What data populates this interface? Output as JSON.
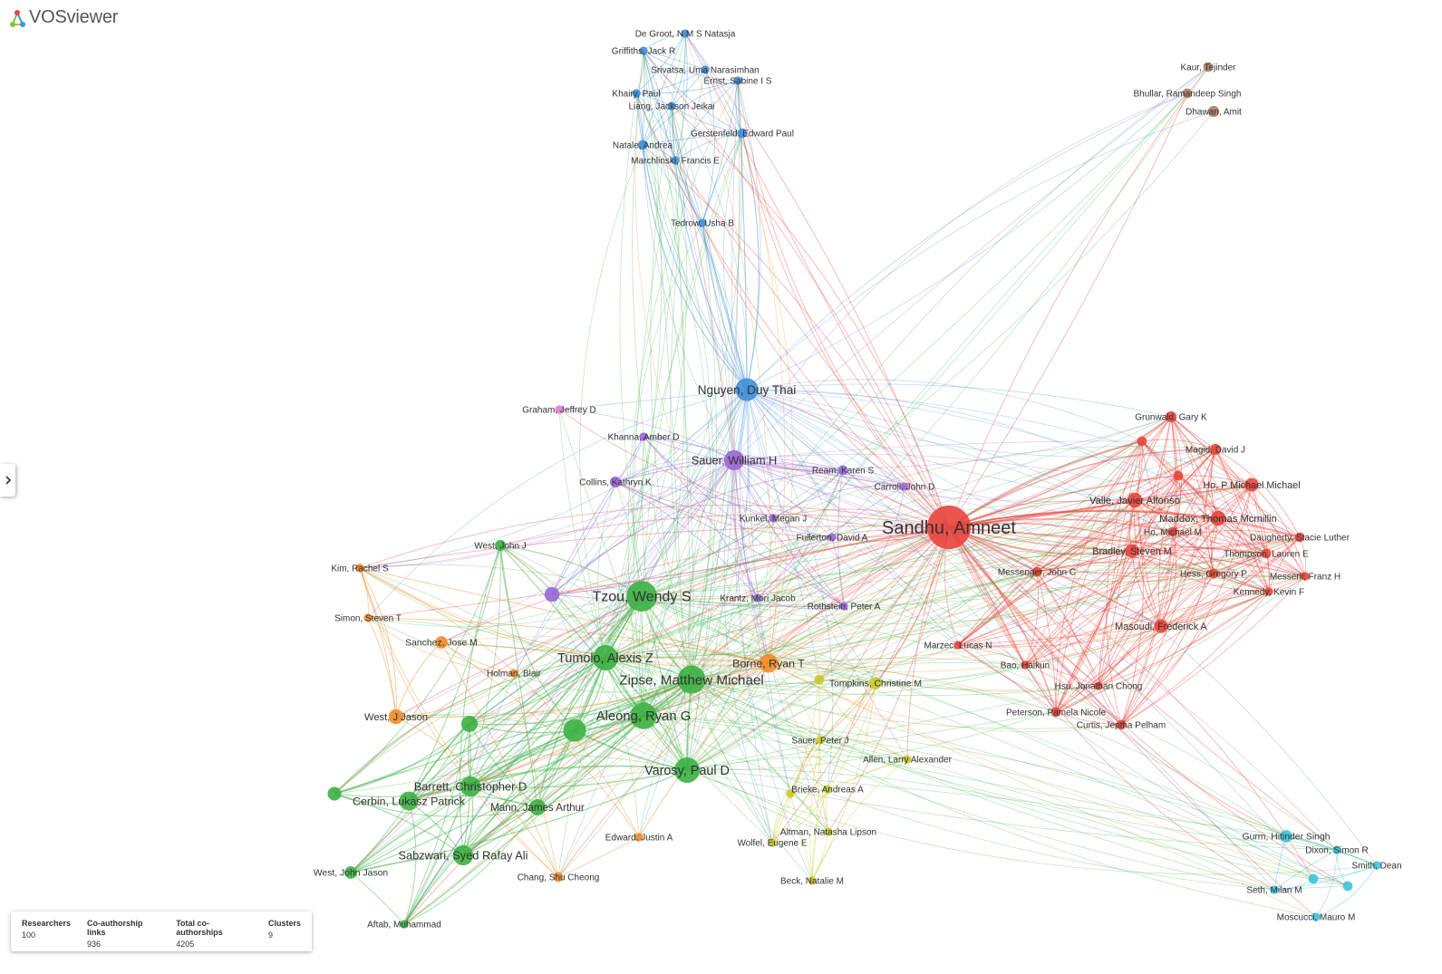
{
  "app": {
    "name": "VOSviewer"
  },
  "stats": [
    {
      "label": "Researchers",
      "value": "100"
    },
    {
      "label": "Co-authorship links",
      "value": "936"
    },
    {
      "label": "Total co-authorships",
      "value": "4205"
    },
    {
      "label": "Clusters",
      "value": "9"
    }
  ],
  "cluster_colors": {
    "red": "#e8453c",
    "green": "#3cb043",
    "blue": "#3f8fd8",
    "yellow": "#c9c92a",
    "purple": "#9a66d6",
    "orange": "#f08c28",
    "cyan": "#3cc4d8",
    "brown": "#b07860",
    "pink": "#e27ad0"
  },
  "network": {
    "nodes": [
      {
        "id": "sandhu",
        "label": "Sandhu, Amneet",
        "cluster": "red",
        "weight": 30
      },
      {
        "id": "valle",
        "label": "Valle, Javier Alfonso",
        "cluster": "red",
        "weight": 8
      },
      {
        "id": "maddox",
        "label": "Maddox, Thomas Mcmillin",
        "cluster": "red",
        "weight": 8
      },
      {
        "id": "ho_pm",
        "label": "Ho, P Michael Michael",
        "cluster": "red",
        "weight": 7
      },
      {
        "id": "bradley",
        "label": "Bradley, Steven M",
        "cluster": "red",
        "weight": 7
      },
      {
        "id": "masoudi",
        "label": "Masoudi, Frederick A",
        "cluster": "red",
        "weight": 7
      },
      {
        "id": "grunwald",
        "label": "Grunwald, Gary K",
        "cluster": "red",
        "weight": 5
      },
      {
        "id": "magid",
        "label": "Magid, David J",
        "cluster": "red",
        "weight": 5
      },
      {
        "id": "ho_mm",
        "label": "Ho, Michael M",
        "cluster": "red",
        "weight": 4
      },
      {
        "id": "daugherty",
        "label": "Daugherty, Stacie Luther",
        "cluster": "red",
        "weight": 4
      },
      {
        "id": "thompson",
        "label": "Thompson, Lauren E",
        "cluster": "red",
        "weight": 4
      },
      {
        "id": "hess",
        "label": "Hess, Gregory P",
        "cluster": "red",
        "weight": 4
      },
      {
        "id": "messerli",
        "label": "Messerli, Franz H",
        "cluster": "red",
        "weight": 3
      },
      {
        "id": "kennedy",
        "label": "Kennedy, Kevin F",
        "cluster": "red",
        "weight": 3
      },
      {
        "id": "messenger",
        "label": "Messenger, John C",
        "cluster": "red",
        "weight": 4
      },
      {
        "id": "marzec",
        "label": "Marzec, Lucas N",
        "cluster": "red",
        "weight": 3
      },
      {
        "id": "bao",
        "label": "Bao, Haikun",
        "cluster": "red",
        "weight": 3
      },
      {
        "id": "hsu",
        "label": "Hsu, Jonathan Chong",
        "cluster": "red",
        "weight": 3
      },
      {
        "id": "peterson",
        "label": "Peterson, Pamela Nicole",
        "cluster": "red",
        "weight": 4
      },
      {
        "id": "curtis",
        "label": "Curtis, Jeptha Pelham",
        "cluster": "red",
        "weight": 4
      },
      {
        "id": "r_unl1",
        "label": "",
        "cluster": "red",
        "weight": 4
      },
      {
        "id": "r_unl2",
        "label": "",
        "cluster": "red",
        "weight": 4
      },
      {
        "id": "tzou",
        "label": "Tzou, Wendy S",
        "cluster": "green",
        "weight": 20
      },
      {
        "id": "tumolo",
        "label": "Tumolo, Alexis Z",
        "cluster": "green",
        "weight": 16
      },
      {
        "id": "zipse",
        "label": "Zipse, Matthew Michael",
        "cluster": "green",
        "weight": 18
      },
      {
        "id": "aleong",
        "label": "Aleong, Ryan G",
        "cluster": "green",
        "weight": 17
      },
      {
        "id": "varosy",
        "label": "Varosy, Paul D",
        "cluster": "green",
        "weight": 16
      },
      {
        "id": "barrett",
        "label": "Barrett, Christopher D",
        "cluster": "green",
        "weight": 12
      },
      {
        "id": "cerbin",
        "label": "Cerbin, Lukasz Patrick",
        "cluster": "green",
        "weight": 11
      },
      {
        "id": "mann",
        "label": "Mann, James Arthur",
        "cluster": "green",
        "weight": 9
      },
      {
        "id": "sabzwari",
        "label": "Sabzwari, Syed Rafay Ali",
        "cluster": "green",
        "weight": 12
      },
      {
        "id": "west_jj",
        "label": "West, John Jason",
        "cluster": "green",
        "weight": 6
      },
      {
        "id": "west_j",
        "label": "West, John J",
        "cluster": "green",
        "weight": 5
      },
      {
        "id": "aftab",
        "label": "Aftab, Muhammad",
        "cluster": "green",
        "weight": 3
      },
      {
        "id": "g_unl1",
        "label": "",
        "cluster": "green",
        "weight": 14
      },
      {
        "id": "g_unl2",
        "label": "",
        "cluster": "green",
        "weight": 9
      },
      {
        "id": "g_unl3",
        "label": "",
        "cluster": "green",
        "weight": 7
      },
      {
        "id": "nguyen",
        "label": "Nguyen, Duy Thai",
        "cluster": "blue",
        "weight": 14
      },
      {
        "id": "degroot",
        "label": "De Groot, N M S Natasja",
        "cluster": "blue",
        "weight": 3
      },
      {
        "id": "griffiths",
        "label": "Griffiths, Jack R",
        "cluster": "blue",
        "weight": 3
      },
      {
        "id": "srivatsa",
        "label": "Srivatsa, Uma Narasimhan",
        "cluster": "blue",
        "weight": 3
      },
      {
        "id": "ernst",
        "label": "Ernst, Sabine I S",
        "cluster": "blue",
        "weight": 3
      },
      {
        "id": "khairy",
        "label": "Khairy, Paul",
        "cluster": "blue",
        "weight": 3
      },
      {
        "id": "liang",
        "label": "Liang, Jackson Jeikai",
        "cluster": "blue",
        "weight": 3
      },
      {
        "id": "gerstenfeld",
        "label": "Gerstenfeld, Edward Paul",
        "cluster": "blue",
        "weight": 4
      },
      {
        "id": "natale",
        "label": "Natale, Andrea",
        "cluster": "blue",
        "weight": 4
      },
      {
        "id": "marchlinski",
        "label": "Marchlinski, Francis E",
        "cluster": "blue",
        "weight": 3
      },
      {
        "id": "tedrow",
        "label": "Tedrow, Usha B",
        "cluster": "blue",
        "weight": 3
      },
      {
        "id": "sauer_wh",
        "label": "Sauer, William H",
        "cluster": "purple",
        "weight": 12
      },
      {
        "id": "khanna",
        "label": "Khanna, Amber D",
        "cluster": "purple",
        "weight": 3
      },
      {
        "id": "collins",
        "label": "Collins, Kathryn K",
        "cluster": "purple",
        "weight": 5
      },
      {
        "id": "ream",
        "label": "Ream, Karen S",
        "cluster": "purple",
        "weight": 4
      },
      {
        "id": "carroll",
        "label": "Carroll, John D",
        "cluster": "purple",
        "weight": 3
      },
      {
        "id": "kunkel",
        "label": "Kunkel, Megan J",
        "cluster": "purple",
        "weight": 3
      },
      {
        "id": "fullerton",
        "label": "Fullerton, David A",
        "cluster": "purple",
        "weight": 3
      },
      {
        "id": "krantz",
        "label": "Krantz, Mori Jacob",
        "cluster": "purple",
        "weight": 3
      },
      {
        "id": "rothstein",
        "label": "Rothstein, Peter A",
        "cluster": "purple",
        "weight": 3
      },
      {
        "id": "p_unl1",
        "label": "",
        "cluster": "purple",
        "weight": 8
      },
      {
        "id": "borne",
        "label": "Borne, Ryan T",
        "cluster": "orange",
        "weight": 11
      },
      {
        "id": "west_jason",
        "label": "West, J Jason",
        "cluster": "orange",
        "weight": 8
      },
      {
        "id": "sanchez",
        "label": "Sanchez, Jose M",
        "cluster": "orange",
        "weight": 6
      },
      {
        "id": "kim",
        "label": "Kim, Rachel S",
        "cluster": "orange",
        "weight": 3
      },
      {
        "id": "simon",
        "label": "Simon, Steven T",
        "cluster": "orange",
        "weight": 3
      },
      {
        "id": "holman",
        "label": "Holman, Blair",
        "cluster": "orange",
        "weight": 3
      },
      {
        "id": "edward",
        "label": "Edward, Justin A",
        "cluster": "orange",
        "weight": 3
      },
      {
        "id": "chang",
        "label": "Chang, Shu Cheong",
        "cluster": "orange",
        "weight": 4
      },
      {
        "id": "o_unl1",
        "label": "",
        "cluster": "orange",
        "weight": 3
      },
      {
        "id": "tompkins",
        "label": "Tompkins, Christine M",
        "cluster": "yellow",
        "weight": 6
      },
      {
        "id": "sauer_pj",
        "label": "Sauer, Peter J",
        "cluster": "yellow",
        "weight": 3
      },
      {
        "id": "allen",
        "label": "Allen, Larry Alexander",
        "cluster": "yellow",
        "weight": 3
      },
      {
        "id": "brieke",
        "label": "Brieke, Andreas A",
        "cluster": "yellow",
        "weight": 3
      },
      {
        "id": "altman",
        "label": "Altman, Natasha Lipson",
        "cluster": "yellow",
        "weight": 3
      },
      {
        "id": "wolfel",
        "label": "Wolfel, Eugene E",
        "cluster": "yellow",
        "weight": 3
      },
      {
        "id": "beck",
        "label": "Beck, Natalie M",
        "cluster": "yellow",
        "weight": 3
      },
      {
        "id": "y_unl1",
        "label": "",
        "cluster": "yellow",
        "weight": 4
      },
      {
        "id": "y_unl2",
        "label": "",
        "cluster": "yellow",
        "weight": 3
      },
      {
        "id": "gurm",
        "label": "Gurm, Hitinder Singh",
        "cluster": "cyan",
        "weight": 6
      },
      {
        "id": "dixon",
        "label": "Dixon, Simon R",
        "cluster": "cyan",
        "weight": 3
      },
      {
        "id": "smith",
        "label": "Smith, Dean",
        "cluster": "cyan",
        "weight": 3
      },
      {
        "id": "seth",
        "label": "Seth, Milan M",
        "cluster": "cyan",
        "weight": 3
      },
      {
        "id": "moscucci",
        "label": "Moscucci, Mauro M",
        "cluster": "cyan",
        "weight": 3
      },
      {
        "id": "c_unl1",
        "label": "",
        "cluster": "cyan",
        "weight": 4
      },
      {
        "id": "c_unl2",
        "label": "",
        "cluster": "cyan",
        "weight": 4
      },
      {
        "id": "kaur",
        "label": "Kaur, Tejinder",
        "cluster": "brown",
        "weight": 4
      },
      {
        "id": "bhullar",
        "label": "Bhullar, Ramandeep Singh",
        "cluster": "brown",
        "weight": 4
      },
      {
        "id": "dhawan",
        "label": "Dhawan, Amit",
        "cluster": "brown",
        "weight": 5
      },
      {
        "id": "graham",
        "label": "Graham, Jeffrey D",
        "cluster": "pink",
        "weight": 3
      }
    ]
  }
}
